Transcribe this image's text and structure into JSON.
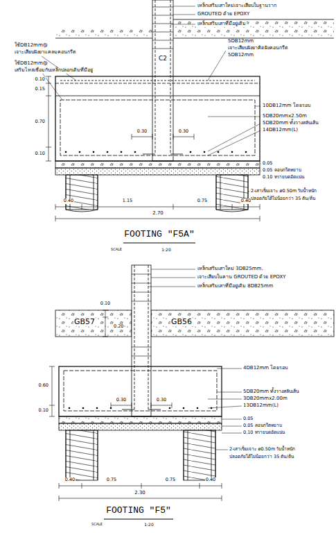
{
  "diagram": {
    "labels": [
      "เหล็กเสริมเสาใหม่เจาะเสียบในฐานราก",
      "GROUTED ด้วย EPOXY",
      "เหล็กเสริมเสาที่มีอยู่เดิม",
      "ใช้DB12mm@",
      "เจาะเสียบฝังยาแคลมคอนกรีต",
      "ใช้DB12mm@",
      "เสริมไหล่เชื่อมกับเหล็กปลอกเดิมที่มีอยู่",
      "C2",
      "0.10",
      "0.15",
      "0.70",
      "0.10",
      "0.30",
      "0.30",
      "5DB12mm",
      "เจาะเสียบฝังยาคิดฝังคอนกรีต",
      "5DB12mm",
      "10DB12mm โดยรอบ",
      "5DB20mmx2.50m",
      "5DB20mm ทั้งวางสลับเส้น",
      "14DB12mm(L)",
      "0.05",
      "0.05 คอนกรีตหยาบ",
      "0.10 ทรายบดอัดแน่น",
      "2-เสาเข็มเจาะ ø0.50m รับน้ำหนัก",
      "ปลอดภัยได้ไม่น้อยกว่า 35 ตัน/ต้น",
      "0.40",
      "1.15",
      "0.75",
      "0.40",
      "2.70",
      "FOOTING \"F5A\"",
      "SCALE",
      "1:20",
      "เหล็กเสริมเสาใหม่ 3DB25mm.",
      "เจาะเสียบในคาน GROUTED ด้วย EPOXY",
      "เหล็กเสริมเสาที่มีอยู่เดิม 8DB25mm",
      "0.10",
      "GB57",
      "0.20",
      "GB56",
      "4DB12mm โดยรอบ",
      "5DB20mm ทั้งวางสลับเส้น",
      "3DB20mmx2.00m",
      "13DB12mm(L)",
      "0.60",
      "0.10",
      "0.30",
      "0.30",
      "0.05",
      "0.05 คอนกรีตหยาบ",
      "0.10 ทรายบดอัดแน่น",
      "2-เสาเข็มเจาะ ø0.50m รับน้ำหนัก",
      "ปลอดภัยได้ไม่น้อยกว่า 35 ตัน/ต้น",
      "0.40",
      "0.75",
      "0.75",
      "0.40",
      "2.30",
      "FOOTING \"F5\"",
      "SCALE",
      "1:20"
    ]
  }
}
